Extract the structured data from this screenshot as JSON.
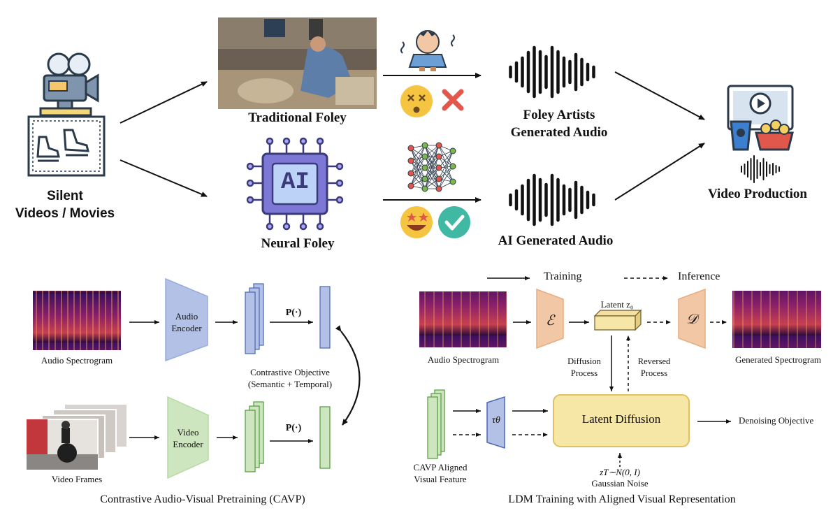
{
  "top": {
    "source_label": [
      "Silent",
      "Videos / Movies"
    ],
    "traditional_label": "Traditional Foley",
    "neural_label": "Neural Foley",
    "foley_audio_label": [
      "Foley Artists",
      "Generated Audio"
    ],
    "ai_audio_label": "AI Generated Audio",
    "production_label": "Video Production",
    "ai_chip_text": "AI"
  },
  "cavp": {
    "spectrogram_caption": "Audio Spectrogram",
    "frames_caption": "Video Frames",
    "audio_encoder": [
      "Audio",
      "Encoder"
    ],
    "video_encoder": [
      "Video",
      "Encoder"
    ],
    "projection_top": "P(·)",
    "projection_bottom": "P(·)",
    "objective": [
      "Contrastive Objective",
      "(Semantic + Temporal)"
    ],
    "caption": "Contrastive Audio-Visual Pretraining (CAVP)"
  },
  "ldm": {
    "legend_training": "Training",
    "legend_inference": "Inference",
    "spectrogram_caption": "Audio Spectrogram",
    "encoder_symbol": "ℰ",
    "latent_label": "Latent z₀",
    "decoder_symbol": "𝒟",
    "generated_caption": "Generated Spectrogram",
    "diffusion_process": [
      "Diffusion",
      "Process"
    ],
    "reversed_process": [
      "Reversed",
      "Process"
    ],
    "visual_feature": [
      "CAVP Aligned",
      "Visual Feature"
    ],
    "tau_symbol": "τθ",
    "latent_diffusion": "Latent Diffusion",
    "denoising": "Denoising Objective",
    "noise_formula": "zT∼N(0, I)",
    "noise_label": "Gaussian Noise",
    "caption": "LDM Training with Aligned Visual Representation"
  },
  "colors": {
    "audio_blue": "#b4c1e6",
    "video_green": "#cde6bf",
    "decoder_orange": "#f1c7a6",
    "latent_box": "#f7e7a6",
    "chip_purple": "#7d78d6",
    "check_teal": "#3fb8a4",
    "cross_red": "#e2574c"
  }
}
